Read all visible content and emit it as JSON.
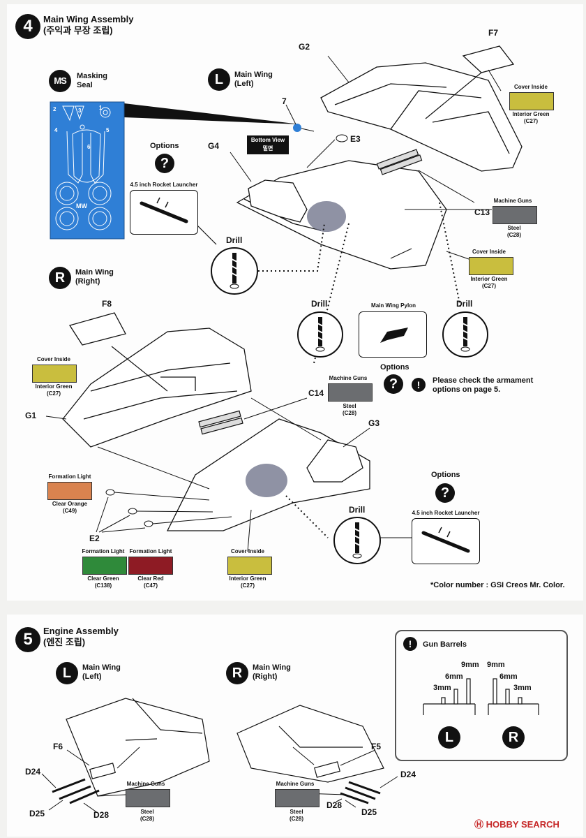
{
  "step4": {
    "number": "4",
    "title_en": "Main Wing Assembly",
    "title_ko": "(주익과 무장 조립)"
  },
  "masking": {
    "badge": "MS",
    "label1": "Masking",
    "label2": "Seal",
    "mw": "MW",
    "nums": [
      "2",
      "3",
      "4",
      "5",
      "6"
    ],
    "num1": "1"
  },
  "left_wing": {
    "badge": "L",
    "label1": "Main Wing",
    "label2": "(Left)"
  },
  "right_wing": {
    "badge": "R",
    "label1": "Main Wing",
    "label2": "(Right)"
  },
  "bottom_view": {
    "line1": "Bottom View",
    "line2": "밑면"
  },
  "options": {
    "label": "Options",
    "q": "?",
    "rocket": "4.5 inch Rocket Launcher"
  },
  "drill": "Drill",
  "pylon": "Main Wing Pylon",
  "parts": {
    "g2": "G2",
    "f7": "F7",
    "n7": "7",
    "e3": "E3",
    "g4": "G4",
    "c13": "C13",
    "f8": "F8",
    "g1": "G1",
    "c14": "C14",
    "g3": "G3",
    "e2": "E2"
  },
  "colors": {
    "cover_inside": "Cover Inside",
    "interior_green": "Interior Green",
    "c27": "(C27)",
    "machine_guns": "Machine Guns",
    "steel": "Steel",
    "c28": "(C28)",
    "formation_light": "Formation Light",
    "clear_orange": "Clear Orange",
    "c49": "(C49)",
    "clear_green": "Clear Green",
    "c138": "(C138)",
    "clear_red": "Clear Red",
    "c47": "(C47)",
    "hex_interior_green": "#c9be3e",
    "hex_steel": "#6b6d70",
    "hex_orange": "#d9834f",
    "hex_green": "#2f8a3a",
    "hex_red": "#8e1b24",
    "hex_mask_blue": "#2f7fd6"
  },
  "options_note": {
    "title": "Options",
    "exc": "!",
    "line1": "Please check the armament",
    "line2": "options on page 5."
  },
  "color_note": "*Color number : GSI Creos Mr. Color.",
  "step5": {
    "number": "5",
    "title_en": "Engine Assembly",
    "title_ko": "(엔진 조립)"
  },
  "gun_barrels": {
    "exc": "!",
    "title": "Gun Barrels",
    "l9": "9mm",
    "l6": "6mm",
    "l3": "3mm",
    "r9": "9mm",
    "r6": "6mm",
    "r3": "3mm",
    "left": "L",
    "right": "R"
  },
  "engine_parts": {
    "f6": "F6",
    "f5": "F5",
    "d24a": "D24",
    "d25a": "D25",
    "d28a": "D28",
    "d24b": "D24",
    "d25b": "D25",
    "d28b": "D28"
  },
  "watermark": "HOBBY SEARCH",
  "watermark_icon": "Ⓗ"
}
